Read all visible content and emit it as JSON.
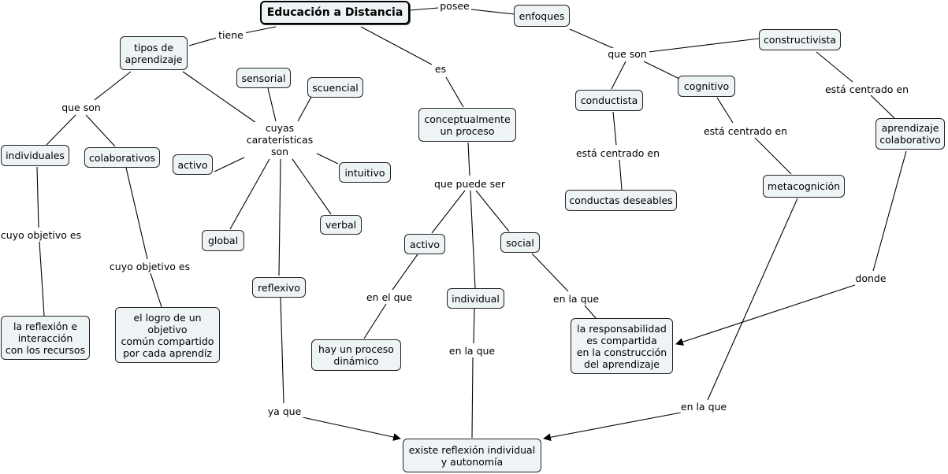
{
  "concepts": {
    "main": "Educación a Distancia",
    "enfoques": "enfoques",
    "tipos": "tipos de\naprendizaje",
    "constructivista": "constructivista",
    "conductista": "conductista",
    "cognitivo": "cognitivo",
    "aprendizaje_colaborativo": "aprendizaje\ncolaborativo",
    "sensorial": "sensorial",
    "scuencial": "scuencial",
    "conceptualmente": "conceptualmente\nun proceso",
    "individuales": "individuales",
    "colaborativos": "colaborativos",
    "activo_estilo": "activo",
    "intuitivo": "intuitivo",
    "conductas_deseables": "conductas deseables",
    "metacognicion": "metacognición",
    "global": "global",
    "verbal": "verbal",
    "activo_proceso": "activo",
    "social": "social",
    "reflexivo": "reflexivo",
    "individual": "individual",
    "reflexion_interaccion": "la reflexión e\ninteracción\ncon los recursos",
    "logro": "el logro de un\nobjetivo\ncomún compartido\npor cada aprendíz",
    "proceso_dinamico": "hay un proceso\ndinámico",
    "responsabilidad": "la responsabilidad\nes compartida\nen la construcción\ndel aprendizaje",
    "reflexion_autonomia": "existe reflexión individual\ny autonomía"
  },
  "link_phrases": {
    "posee": "posee",
    "tiene": "tiene",
    "es": "es",
    "que_son_enfoques": "que son",
    "que_son_tipos": "que son",
    "cuyas": "cuyas\ncaraterísticas\nson",
    "esta_centrado_constructivista": "está centrado en",
    "esta_centrado_conductista": "está centrado en",
    "esta_centrado_cognitivo": "está centrado en",
    "que_puede_ser": "que puede ser",
    "cuyo_objetivo_individuales": "cuyo objetivo es",
    "cuyo_objetivo_colaborativos": "cuyo objetivo es",
    "donde": "donde",
    "en_el_que": "en el que",
    "en_la_que_social": "en la que",
    "en_la_que_individual": "en la que",
    "ya_que": "ya que",
    "en_la_que_metacognicion": "en la que"
  },
  "colors": {
    "node_fill": "#eef3f5",
    "node_border": "#222222",
    "line": "#000000",
    "background": "#ffffff"
  }
}
